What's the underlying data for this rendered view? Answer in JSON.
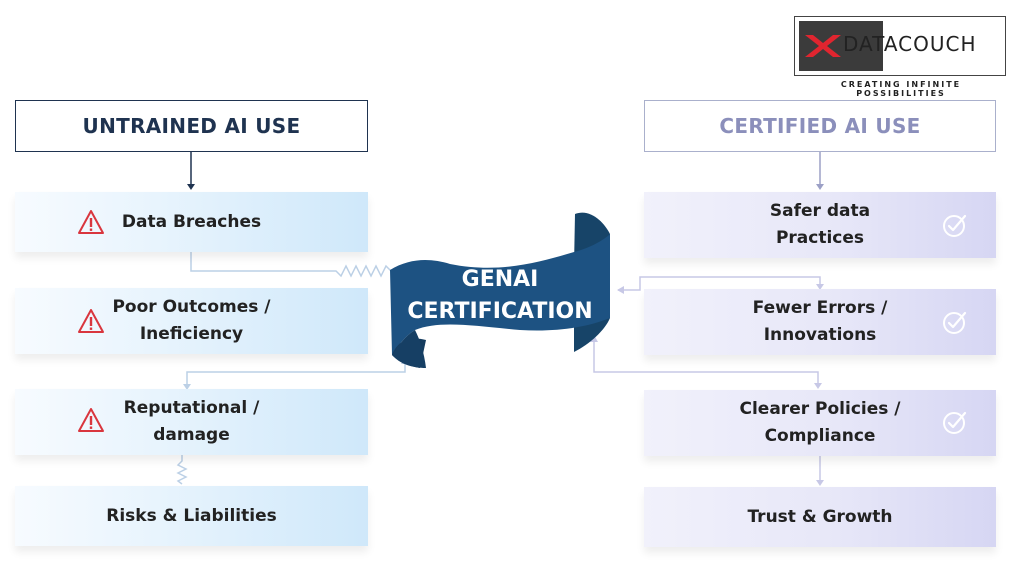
{
  "logo": {
    "brand": "DATACOUCH",
    "tagline": "CREATING INFINITE POSSIBILITIES"
  },
  "left": {
    "title": "UNTRAINED AI USE",
    "items": [
      {
        "label": "Data Breaches",
        "icon": "warning-icon"
      },
      {
        "label": "Poor Outcomes /\nIneficiency",
        "icon": "warning-icon"
      },
      {
        "label": "Reputational /\ndamage",
        "icon": "warning-icon"
      },
      {
        "label": "Risks & Liabilities"
      }
    ]
  },
  "center": {
    "banner": "GENAI\nCERTIFICATION"
  },
  "right": {
    "title": "CERTIFIED AI USE",
    "items": [
      {
        "label": "Safer data\nPractices",
        "icon": "check-circle-icon"
      },
      {
        "label": "Fewer Errors /\nInnovations",
        "icon": "check-circle-icon"
      },
      {
        "label": "Clearer Policies /\nCompliance",
        "icon": "check-circle-icon"
      },
      {
        "label": "Trust & Growth"
      }
    ]
  },
  "colors": {
    "navy": "#1f3350",
    "lavender": "#8b8fbb",
    "warning": "#d9363e",
    "banner": "#1d4f7c"
  }
}
